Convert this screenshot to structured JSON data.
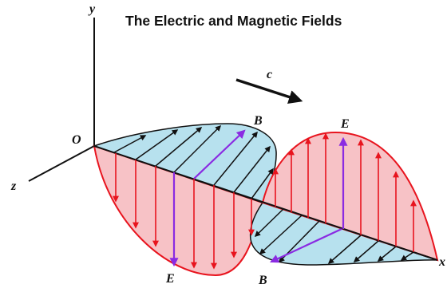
{
  "title": "The Electric and Magnetic Fields",
  "labels": {
    "axis_y": "y",
    "axis_z": "z",
    "axis_x": "x",
    "origin": "O",
    "speed": "c",
    "e_field_top": "E",
    "e_field_bottom": "E",
    "b_field_top": "B",
    "b_field_bottom": "B"
  },
  "colors": {
    "electric_fill": "#f7c2c6",
    "electric_arrow": "#e8141e",
    "magnetic_fill": "#b7e1ee",
    "magnetic_arrow": "#111111",
    "highlight_arrow": "#8a2be2",
    "axis": "#111111"
  },
  "icons": {
    "arrowhead": "triangle-arrowhead"
  }
}
